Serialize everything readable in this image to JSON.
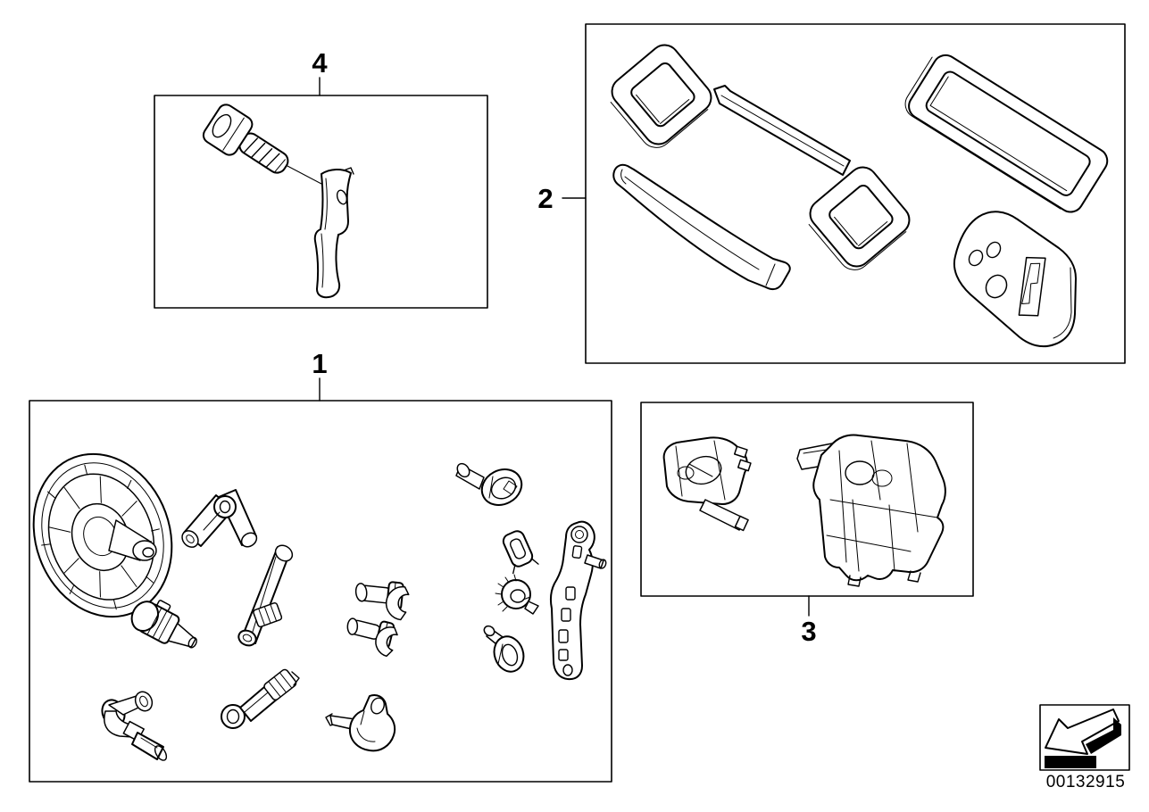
{
  "diagram": {
    "background": "#ffffff",
    "line_color": "#000000"
  },
  "callouts": [
    {
      "label": "1"
    },
    {
      "label": "2"
    },
    {
      "label": "3"
    },
    {
      "label": "4"
    }
  ],
  "stamp": {
    "number": "00132915",
    "icon": "direction-arrow-icon"
  },
  "groups": [
    {
      "callout": "1",
      "parts": [
        "round-air-vent",
        "pivot-lever",
        "long-lever",
        "ribbed-knob",
        "flange-clip-pin",
        "small-clamp",
        "ribbed-grommet",
        "wing-clip",
        "ladder-lever",
        "fork-pin",
        "fork-pin-small",
        "angle-bracket-pin",
        "eye-lever",
        "key-lever"
      ]
    },
    {
      "callout": "2",
      "parts": [
        "twin-frame-gasket",
        "curved-strip-gasket",
        "large-frame-gasket",
        "perforated-plate-gasket"
      ]
    },
    {
      "callout": "3",
      "parts": [
        "small-housing-bracket",
        "large-housing-bracket"
      ]
    },
    {
      "callout": "4",
      "parts": [
        "hex-socket-screw",
        "support-bracket"
      ]
    }
  ]
}
